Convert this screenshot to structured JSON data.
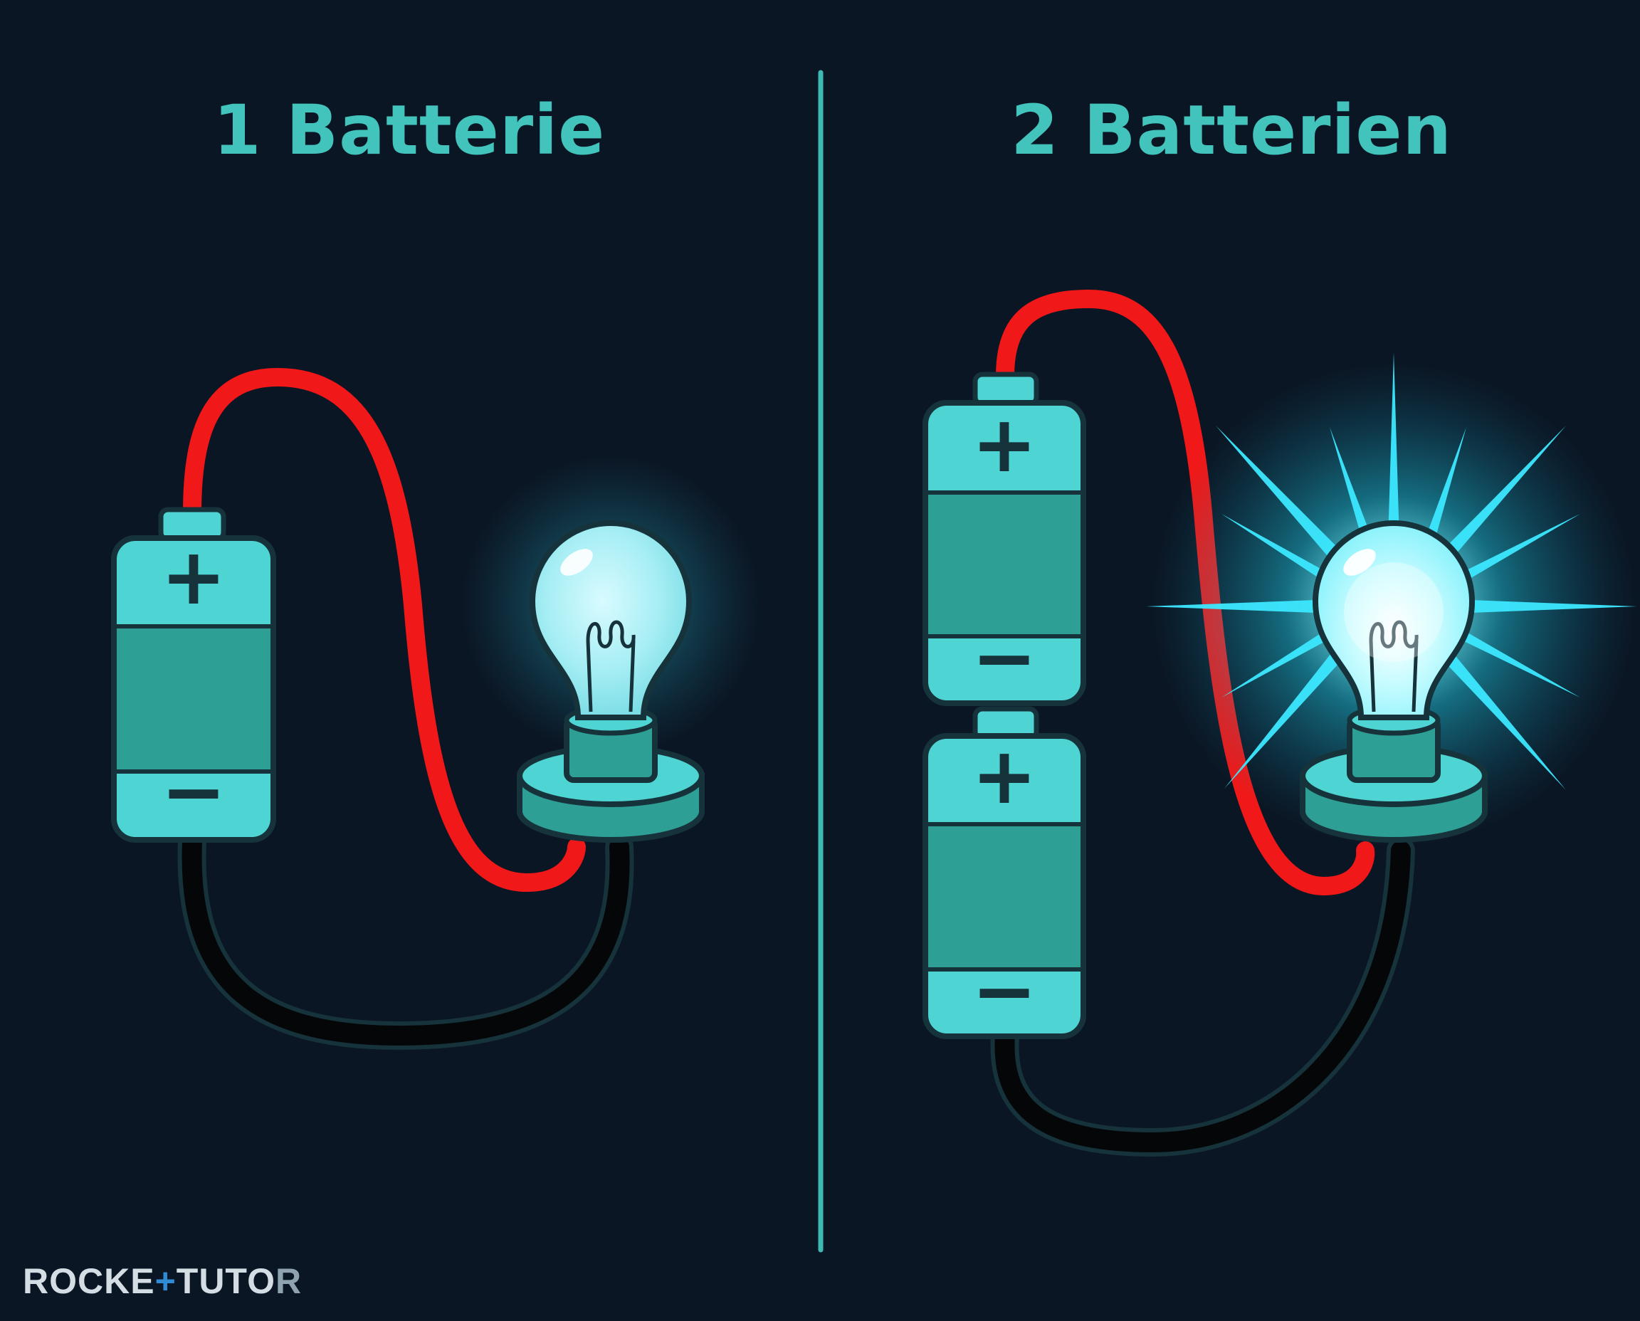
{
  "panels": {
    "left": {
      "title": "1 Batterie",
      "battery_count": 1,
      "bulb_state": "glowing"
    },
    "right": {
      "title": "2 Batterien",
      "battery_count": 2,
      "bulb_state": "bright-rays"
    }
  },
  "battery": {
    "plus_symbol": "+",
    "minus_symbol": "−"
  },
  "logo": {
    "part1": "ROCKE",
    "cross": "+",
    "part2": "TUTO",
    "part3": "R"
  },
  "colors": {
    "background": "#0b1624",
    "accent_teal": "#44c9c2",
    "title_text": "#42c3bb",
    "divider": "#3fb9b3",
    "battery_light": "#4fd4d4",
    "battery_dark": "#2e9f95",
    "outline": "#16323a",
    "wire_positive": "#f01818",
    "wire_negative": "#040608",
    "glow": "#38e6ff"
  }
}
